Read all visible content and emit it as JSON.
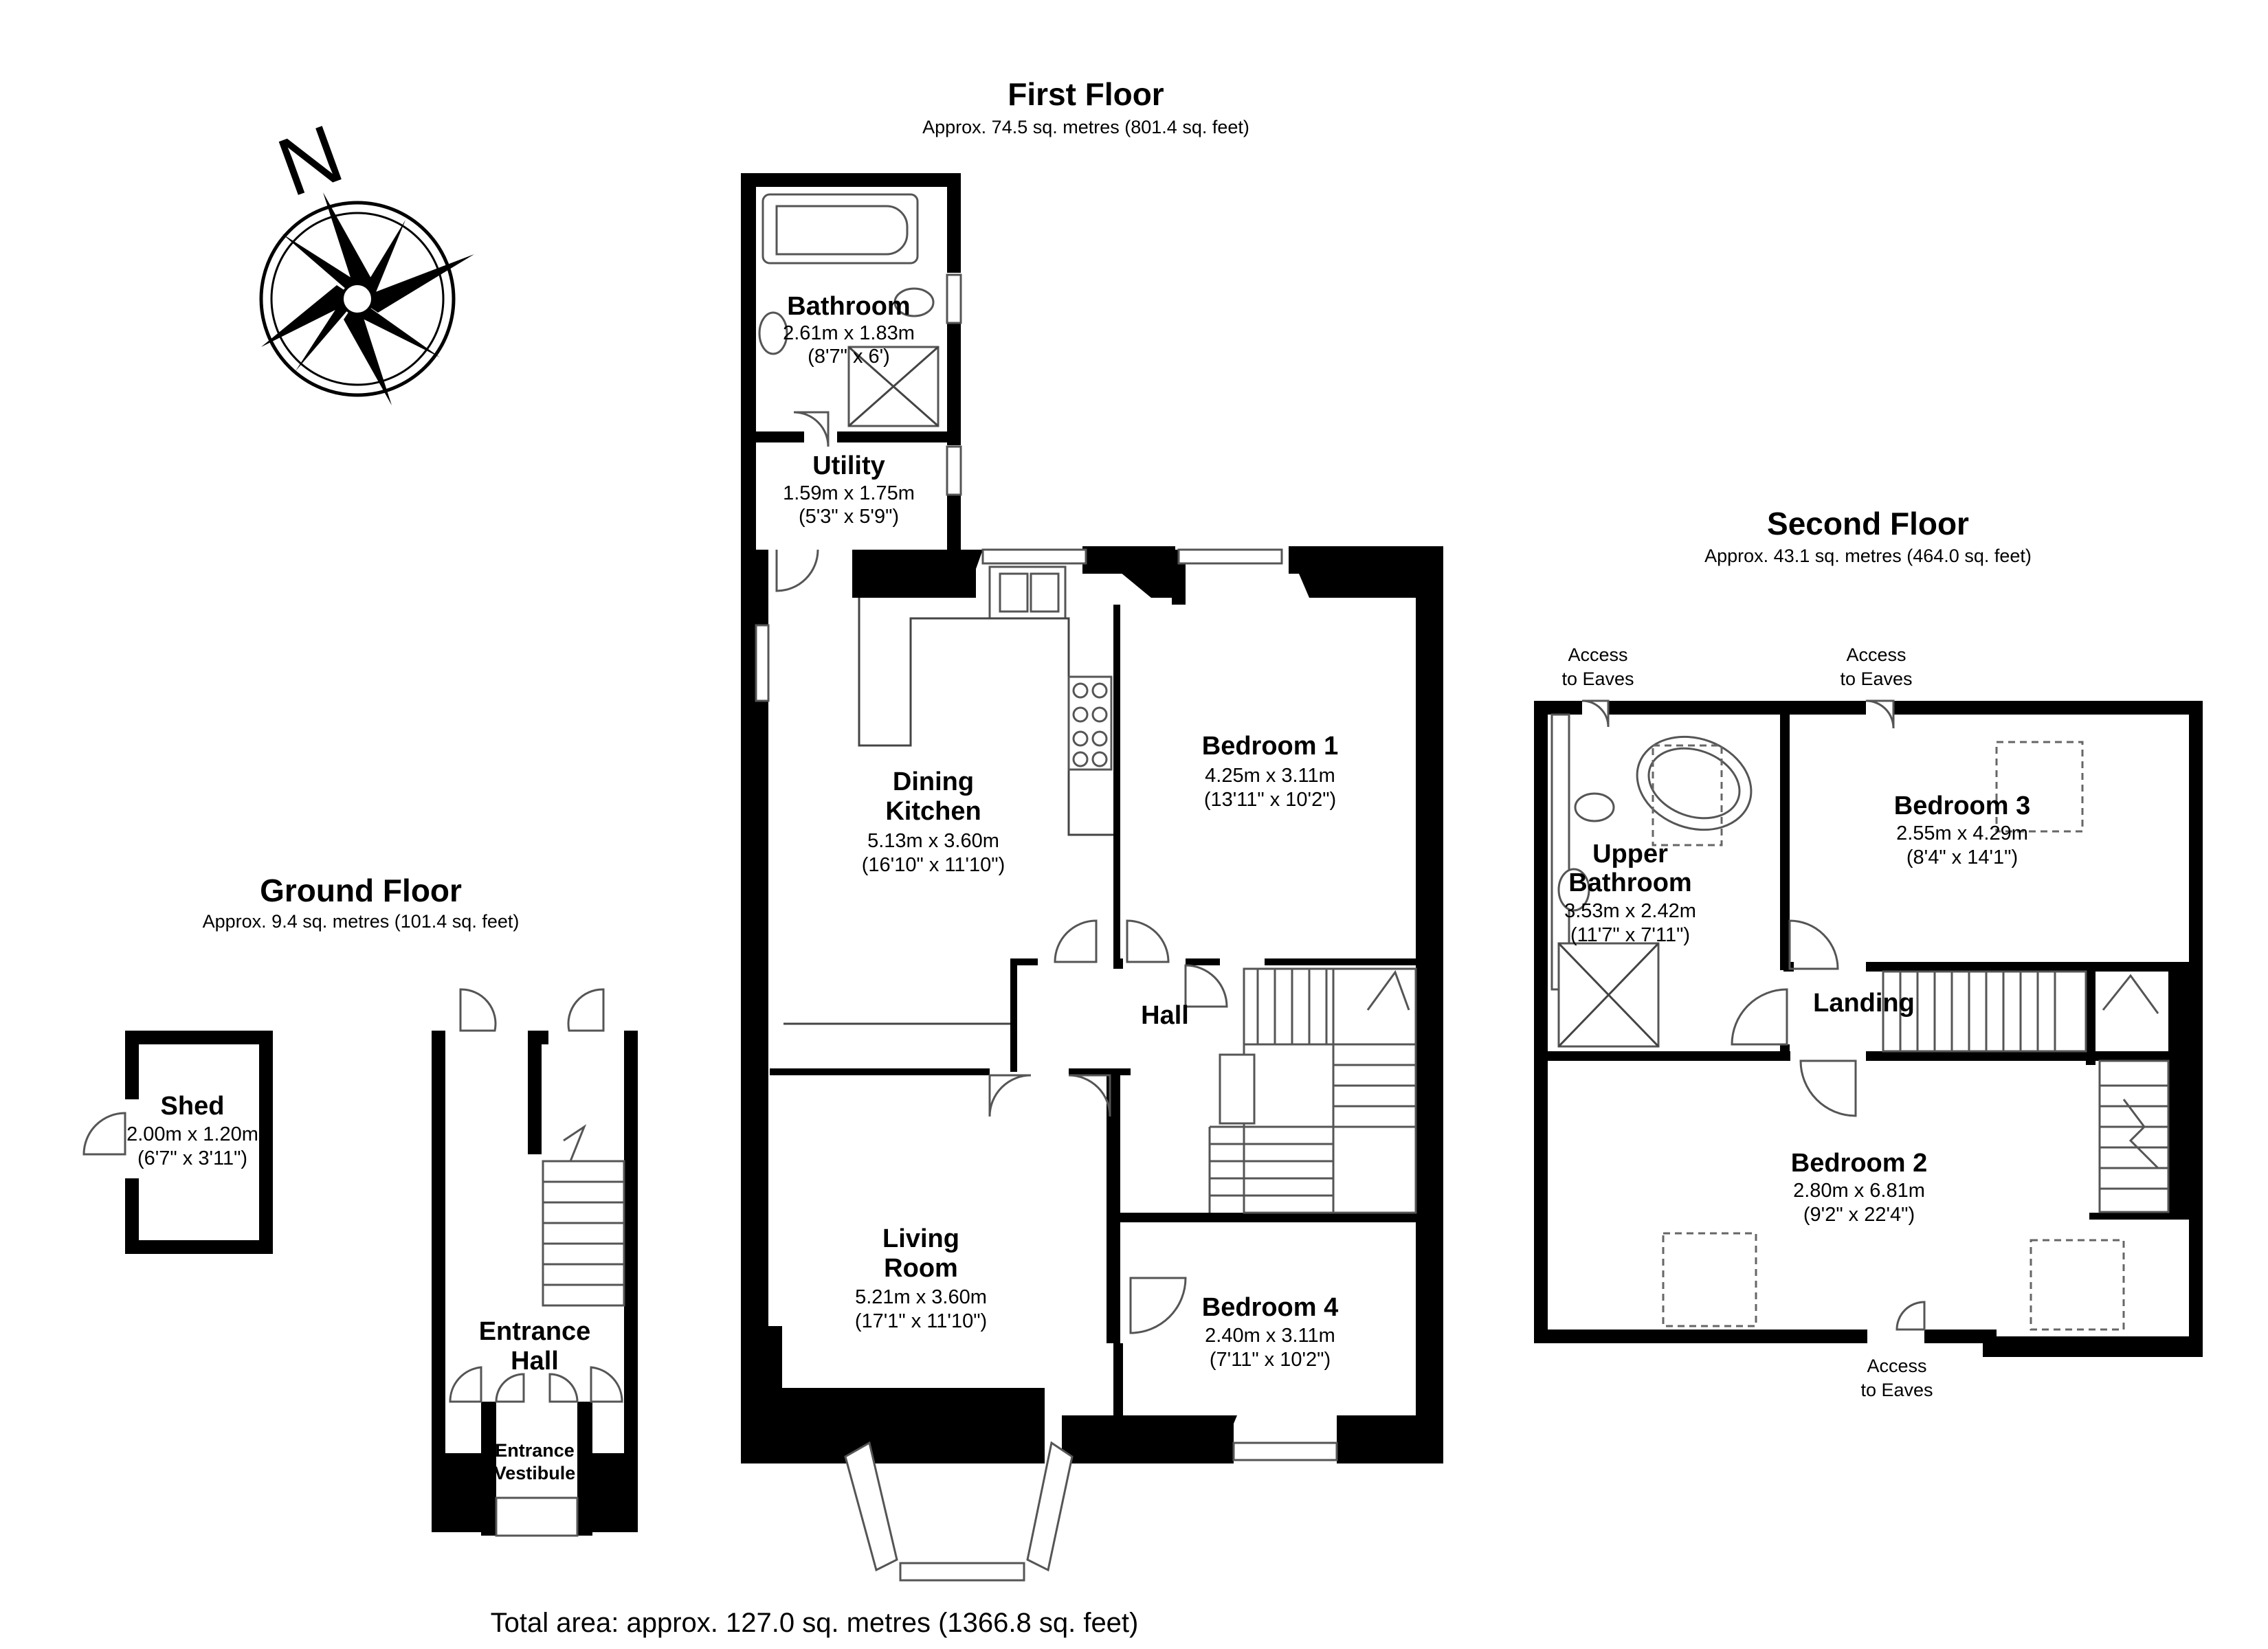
{
  "compass": {
    "icon": "north-compass-icon",
    "letter": "N"
  },
  "floors": {
    "first": {
      "title": "First Floor",
      "area": "Approx. 74.5 sq. metres (801.4 sq. feet)"
    },
    "second": {
      "title": "Second Floor",
      "area": "Approx. 43.1 sq. metres (464.0 sq. feet)"
    },
    "ground": {
      "title": "Ground Floor",
      "area": "Approx. 9.4 sq. metres (101.4 sq. feet)"
    }
  },
  "rooms": {
    "bathroom": {
      "name": "Bathroom",
      "metric": "2.61m x 1.83m",
      "imperial": "(8'7\" x 6')"
    },
    "utility": {
      "name": "Utility",
      "metric": "1.59m x 1.75m",
      "imperial": "(5'3\" x 5'9\")"
    },
    "dining_kitchen": {
      "name_1": "Dining",
      "name_2": "Kitchen",
      "metric": "5.13m x 3.60m",
      "imperial": "(16'10\" x 11'10\")"
    },
    "bedroom_1": {
      "name": "Bedroom 1",
      "metric": "4.25m x 3.11m",
      "imperial": "(13'11\" x 10'2\")"
    },
    "hall": {
      "name": "Hall"
    },
    "living_room": {
      "name_1": "Living",
      "name_2": "Room",
      "metric": "5.21m x 3.60m",
      "imperial": "(17'1\" x 11'10\")"
    },
    "bedroom_4": {
      "name": "Bedroom 4",
      "metric": "2.40m x 3.11m",
      "imperial": "(7'11\" x 10'2\")"
    },
    "upper_bathroom": {
      "name_1": "Upper",
      "name_2": "Bathroom",
      "metric": "3.53m x 2.42m",
      "imperial": "(11'7\" x 7'11\")"
    },
    "bedroom_3": {
      "name": "Bedroom 3",
      "metric": "2.55m x 4.29m",
      "imperial": "(8'4\" x 14'1\")"
    },
    "landing": {
      "name": "Landing"
    },
    "bedroom_2": {
      "name": "Bedroom 2",
      "metric": "2.80m x 6.81m",
      "imperial": "(9'2\" x 22'4\")"
    },
    "shed": {
      "name": "Shed",
      "metric": "2.00m x 1.20m",
      "imperial": "(6'7\" x 3'11\")"
    },
    "entrance_hall": {
      "name_1": "Entrance",
      "name_2": "Hall"
    },
    "entrance_vestibule": {
      "name_1": "Entrance",
      "name_2": "Vestibule"
    }
  },
  "eaves": {
    "line_1": "Access",
    "line_2": "to Eaves"
  },
  "total": "Total area: approx. 127.0 sq. metres (1366.8 sq. feet)"
}
